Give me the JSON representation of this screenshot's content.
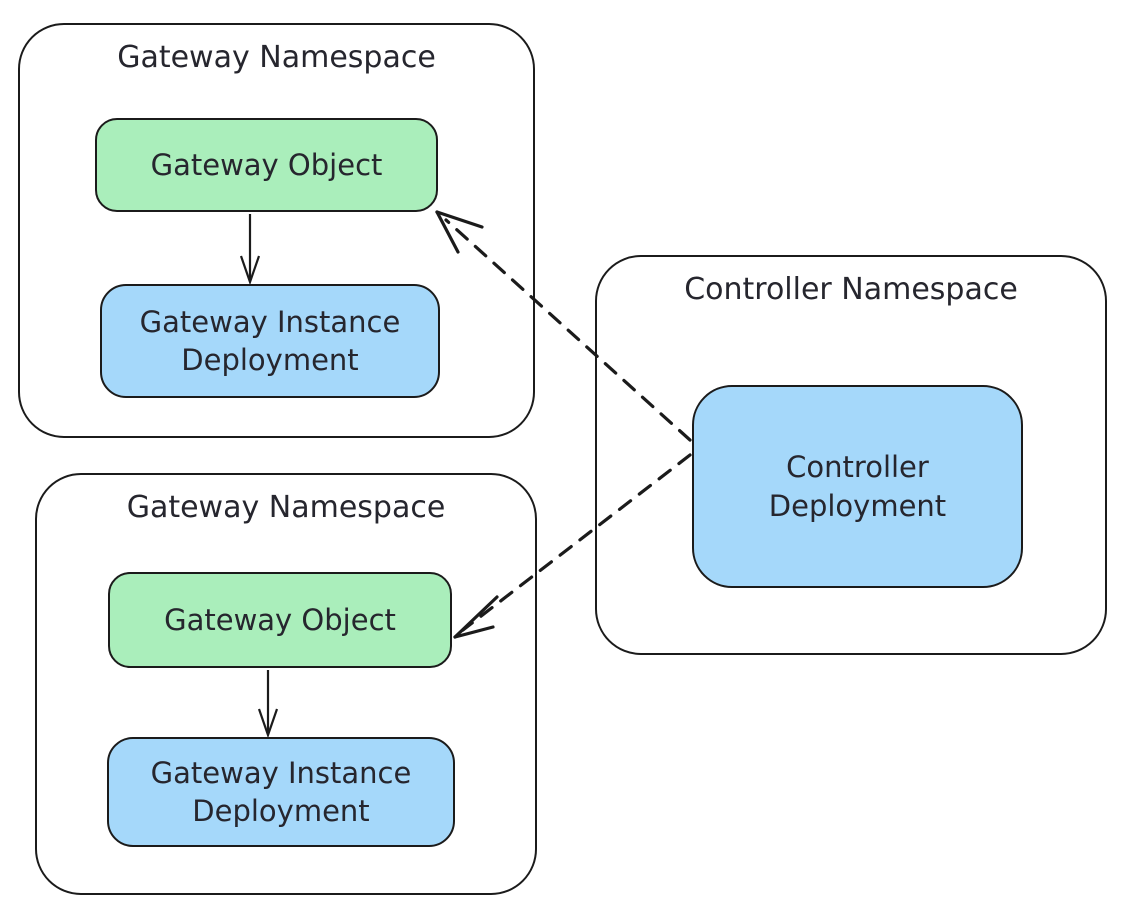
{
  "diagram": {
    "type": "architecture-diagram",
    "namespaces": [
      {
        "id": "gateway-namespace-1",
        "title": "Gateway Namespace",
        "nodes": [
          {
            "id": "gateway-object-1",
            "label": "Gateway Object",
            "fill": "#aaeebb"
          },
          {
            "id": "gateway-instance-deployment-1",
            "label": "Gateway Instance Deployment",
            "fill": "#a5d8fa"
          }
        ]
      },
      {
        "id": "gateway-namespace-2",
        "title": "Gateway Namespace",
        "nodes": [
          {
            "id": "gateway-object-2",
            "label": "Gateway Object",
            "fill": "#aaeebb"
          },
          {
            "id": "gateway-instance-deployment-2",
            "label": "Gateway Instance Deployment",
            "fill": "#a5d8fa"
          }
        ]
      },
      {
        "id": "controller-namespace",
        "title": "Controller Namespace",
        "nodes": [
          {
            "id": "controller-deployment",
            "label": "Controller Deployment",
            "fill": "#a5d8fa"
          }
        ]
      }
    ],
    "edges": [
      {
        "from": "gateway-object-1",
        "to": "gateway-instance-deployment-1",
        "style": "solid"
      },
      {
        "from": "gateway-object-2",
        "to": "gateway-instance-deployment-2",
        "style": "solid"
      },
      {
        "from": "controller-deployment",
        "to": "gateway-object-1",
        "style": "dashed"
      },
      {
        "from": "controller-deployment",
        "to": "gateway-object-2",
        "style": "dashed"
      }
    ],
    "colors": {
      "gateway_object_fill": "#aaeebb",
      "deployment_fill": "#a5d8fa",
      "stroke": "#1b1b1b",
      "text": "#26262e",
      "background": "#ffffff"
    }
  }
}
